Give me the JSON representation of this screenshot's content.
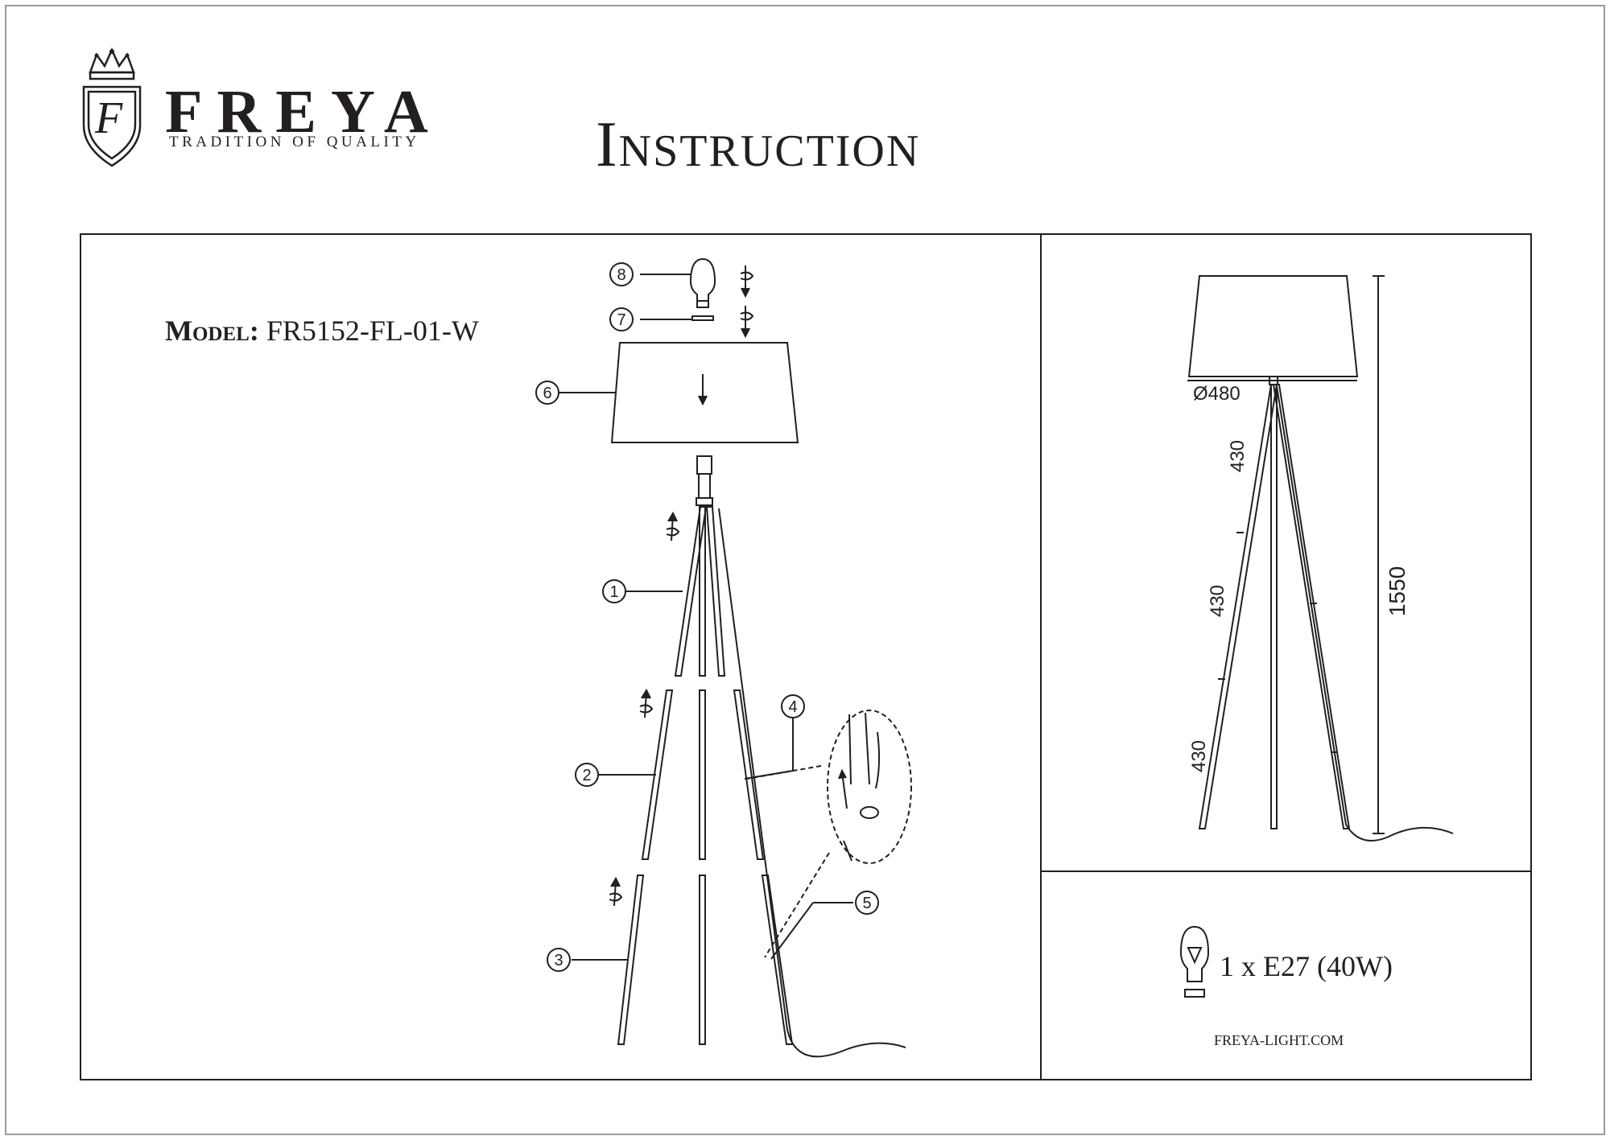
{
  "brand": {
    "name": "FREYA",
    "tagline": "TRADITION OF QUALITY",
    "logo_letter": "F"
  },
  "title": "Instruction",
  "model": {
    "label": "Model:",
    "value": "FR5152-FL-01-W"
  },
  "callouts": [
    "1",
    "2",
    "3",
    "4",
    "5",
    "6",
    "7",
    "8"
  ],
  "dimensions": {
    "diameter": "Ø480",
    "height": "1550",
    "leg_top": "430",
    "leg_mid": "430",
    "leg_bottom": "430"
  },
  "bulb": {
    "spec": "1 x E27 (40W)"
  },
  "website": "FREYA-LIGHT.COM"
}
